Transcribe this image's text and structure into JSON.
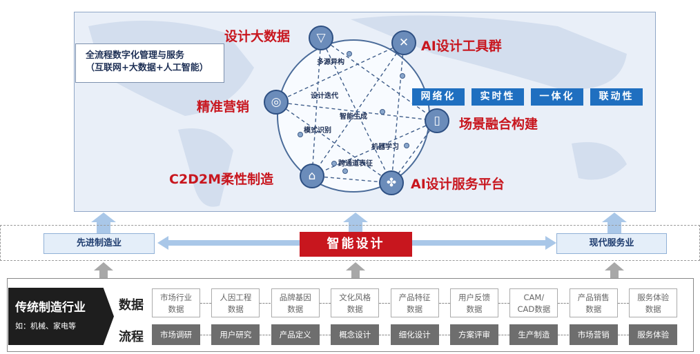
{
  "top": {
    "description_line1": "全流程数字化管理与服务",
    "description_line2": "（互联网+大数据+人工智能）",
    "nodes": [
      {
        "label": "设计大数据",
        "icon": "funnel-icon"
      },
      {
        "label": "AI设计工具群",
        "icon": "tools-icon"
      },
      {
        "label": "精准营销",
        "icon": "target-icon"
      },
      {
        "label": "场景融合构建",
        "icon": "phone-icon"
      },
      {
        "label": "C2D2M柔性制造",
        "icon": "factory-icon"
      },
      {
        "label": "AI设计服务平台",
        "icon": "grid-icon"
      }
    ],
    "inner_labels": [
      "多源异构",
      "设计迭代",
      "智能生成",
      "模式识别",
      "机器学习",
      "跨通道表征"
    ],
    "tags": [
      "网络化",
      "实时性",
      "一体化",
      "联动性"
    ]
  },
  "middle": {
    "left": "先进制造业",
    "center": "智能设计",
    "right": "现代服务业"
  },
  "bottom": {
    "title": "传统制造行业",
    "subtitle": "如：机械、家电等",
    "data_label": "数据",
    "process_label": "流程",
    "data": [
      [
        "市场行业",
        "数据"
      ],
      [
        "人因工程",
        "数据"
      ],
      [
        "品牌基因",
        "数据"
      ],
      [
        "文化风格",
        "数据"
      ],
      [
        "产品特征",
        "数据"
      ],
      [
        "用户反馈",
        "数据"
      ],
      [
        "CAM/",
        "CAD数据"
      ],
      [
        "产品销售",
        "数据"
      ],
      [
        "服务体验",
        "数据"
      ]
    ],
    "process": [
      "市场调研",
      "用户研究",
      "产品定义",
      "概念设计",
      "细化设计",
      "方案评审",
      "生产制造",
      "市场营销",
      "服务体验"
    ]
  },
  "colors": {
    "red": "#c8161e",
    "blue": "#1f6fc0"
  }
}
